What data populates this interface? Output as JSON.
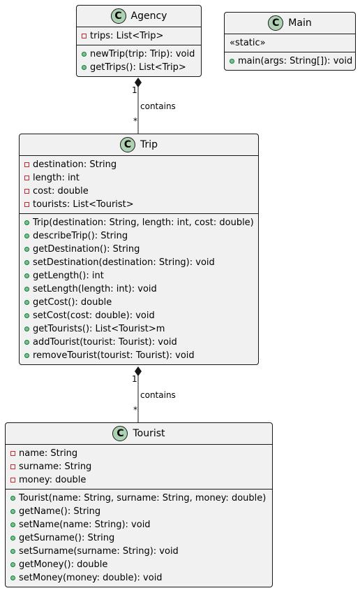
{
  "classes": {
    "agency": {
      "name": "Agency",
      "icon": "C",
      "fields": [
        {
          "vis": "private",
          "text": "trips: List<Trip>"
        }
      ],
      "methods": [
        {
          "vis": "public",
          "text": "newTrip(trip: Trip): void"
        },
        {
          "vis": "public",
          "text": "getTrips(): List<Trip>"
        }
      ]
    },
    "main": {
      "name": "Main",
      "icon": "C",
      "stereotype": "«static»",
      "methods": [
        {
          "vis": "public",
          "text": "main(args: String[]): void"
        }
      ]
    },
    "trip": {
      "name": "Trip",
      "icon": "C",
      "fields": [
        {
          "vis": "private",
          "text": "destination: String"
        },
        {
          "vis": "private",
          "text": "length: int"
        },
        {
          "vis": "private",
          "text": "cost: double"
        },
        {
          "vis": "private",
          "text": "tourists: List<Tourist>"
        }
      ],
      "methods": [
        {
          "vis": "public",
          "text": "Trip(destination: String, length: int, cost: double)"
        },
        {
          "vis": "public",
          "text": "describeTrip(): String"
        },
        {
          "vis": "public",
          "text": "getDestination(): String"
        },
        {
          "vis": "public",
          "text": "setDestination(destination: String): void"
        },
        {
          "vis": "public",
          "text": "getLength(): int"
        },
        {
          "vis": "public",
          "text": "setLength(length: int): void"
        },
        {
          "vis": "public",
          "text": "getCost(): double"
        },
        {
          "vis": "public",
          "text": "setCost(cost: double): void"
        },
        {
          "vis": "public",
          "text": "getTourists(): List<Tourist>m"
        },
        {
          "vis": "public",
          "text": "addTourist(tourist: Tourist): void"
        },
        {
          "vis": "public",
          "text": "removeTourist(tourist: Tourist): void"
        }
      ]
    },
    "tourist": {
      "name": "Tourist",
      "icon": "C",
      "fields": [
        {
          "vis": "private",
          "text": "name: String"
        },
        {
          "vis": "private",
          "text": "surname: String"
        },
        {
          "vis": "private",
          "text": "money: double"
        }
      ],
      "methods": [
        {
          "vis": "public",
          "text": "Tourist(name: String, surname: String, money: double)"
        },
        {
          "vis": "public",
          "text": "getName(): String"
        },
        {
          "vis": "public",
          "text": "setName(name: String): void"
        },
        {
          "vis": "public",
          "text": "getSurname(): String"
        },
        {
          "vis": "public",
          "text": "setSurname(surname: String): void"
        },
        {
          "vis": "public",
          "text": "getMoney(): double"
        },
        {
          "vis": "public",
          "text": "setMoney(money: double): void"
        }
      ]
    }
  },
  "relations": {
    "agency_trip": {
      "label": "contains",
      "whole_mult": "1",
      "part_mult": "*"
    },
    "trip_tourist": {
      "label": "contains",
      "whole_mult": "1",
      "part_mult": "*"
    }
  },
  "colors": {
    "class_fill": "#f1f1f1",
    "class_border": "#181818",
    "class_icon": "#add1b2",
    "private_marker": "#c82930",
    "public_marker": "#84be84"
  }
}
